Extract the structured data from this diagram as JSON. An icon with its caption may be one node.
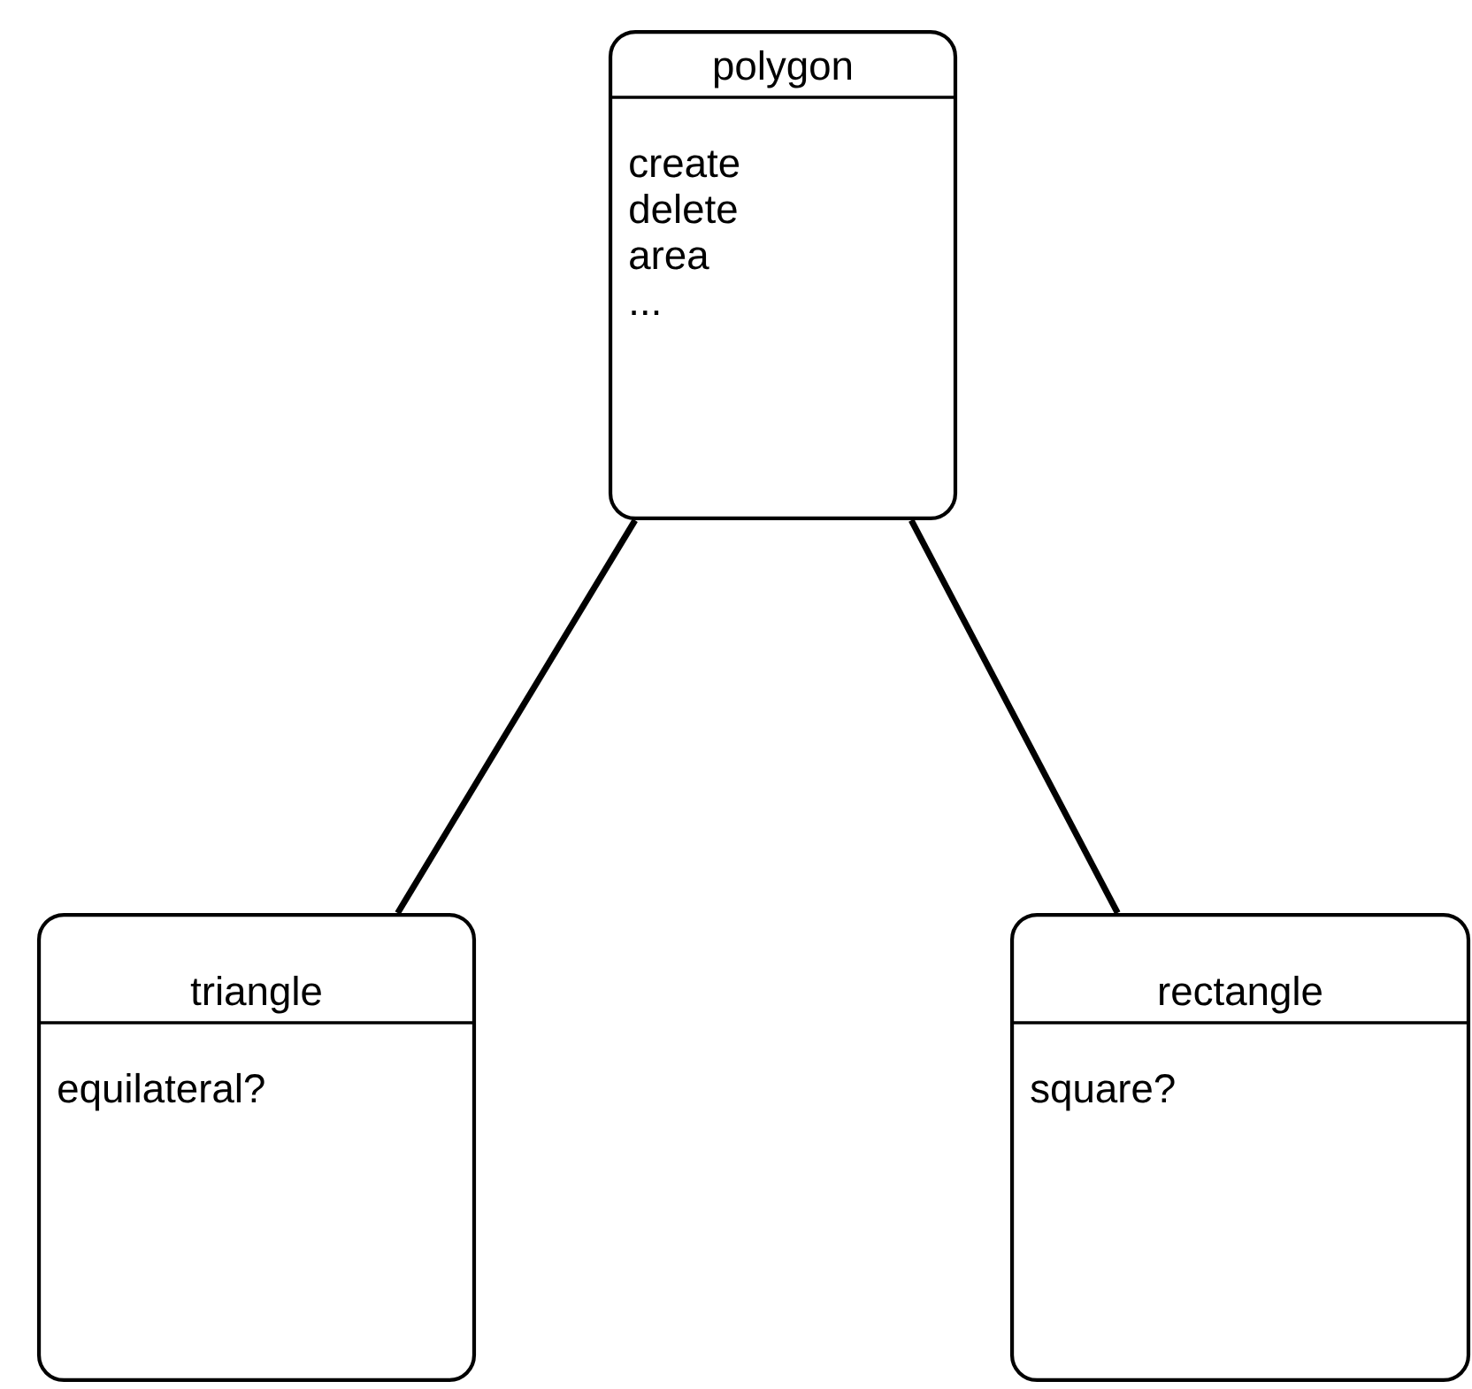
{
  "diagram": {
    "nodes": [
      {
        "text": [
          "polygon",
          "create",
          "delete",
          "area",
          "..."
        ]
      },
      {
        "text": [
          "triangle",
          "equilateral?"
        ]
      },
      {
        "text": [
          "rectangle",
          "square?"
        ]
      }
    ],
    "edges": [
      {
        "from": 0,
        "to": 1,
        "arrow": "none"
      },
      {
        "from": 0,
        "to": 2,
        "arrow": "none"
      }
    ]
  }
}
